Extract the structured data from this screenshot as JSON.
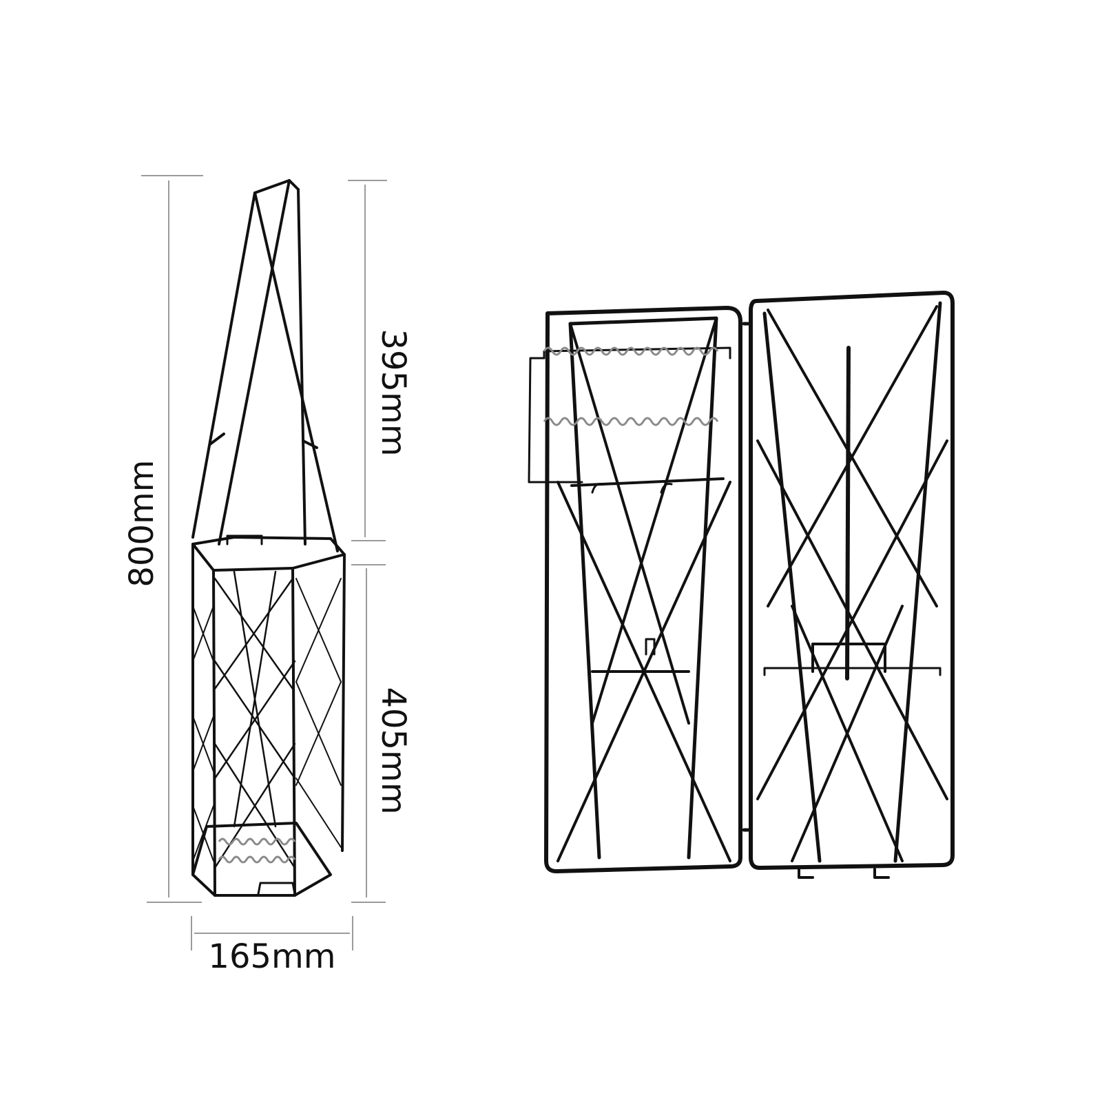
{
  "dimensions": {
    "total_height": "800mm",
    "handle_height": "395mm",
    "basket_height": "405mm",
    "width": "165mm"
  },
  "colors": {
    "background": "#ffffff",
    "wire": "#111111",
    "dimension_line": "#9a9a9a"
  }
}
